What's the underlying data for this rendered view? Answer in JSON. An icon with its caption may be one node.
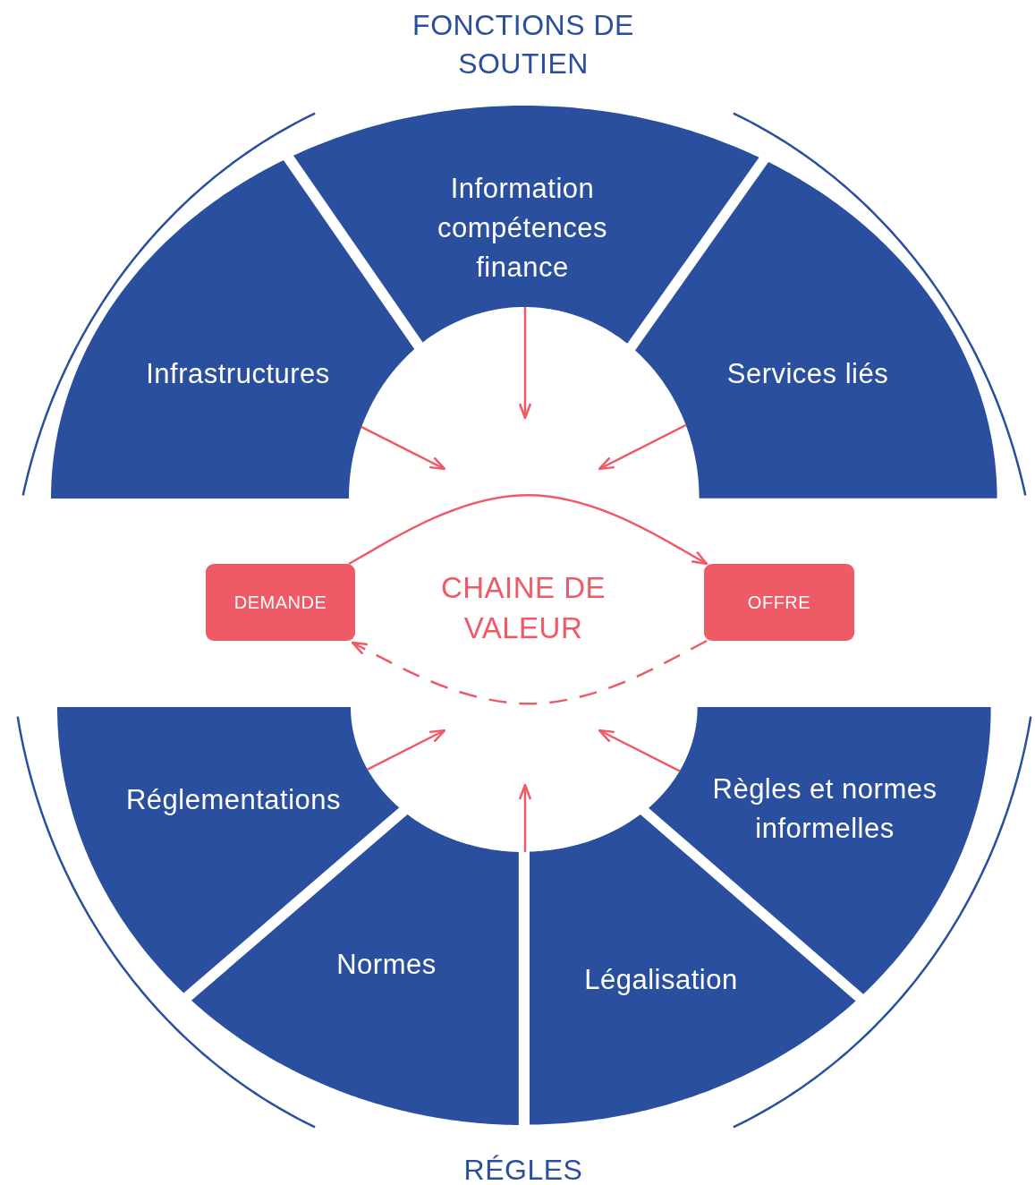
{
  "diagram": {
    "nodes": [
      {
        "text": [
          "Information compétences finance"
        ]
      },
      {
        "text": [
          "Infrastructures"
        ]
      },
      {
        "text": [
          "Services liés"
        ]
      },
      {
        "text": [
          "Réglementations"
        ]
      },
      {
        "text": [
          "Normes"
        ]
      },
      {
        "text": [
          "Légalisation"
        ]
      },
      {
        "text": [
          "Règles et normes informelles"
        ]
      },
      {
        "text": [
          "DEMANDE"
        ]
      },
      {
        "text": [
          "OFFRE"
        ]
      }
    ],
    "edges": [
      {
        "from": 0,
        "to": null,
        "arrow": "to"
      },
      {
        "from": 1,
        "to": null,
        "arrow": "to"
      },
      {
        "from": 2,
        "to": null,
        "arrow": "to"
      },
      {
        "from": 3,
        "to": null,
        "arrow": "to"
      },
      {
        "from": 4,
        "to": null,
        "arrow": "to"
      },
      {
        "from": 5,
        "to": null,
        "arrow": "to"
      },
      {
        "from": 6,
        "to": null,
        "arrow": "to"
      },
      {
        "from": 7,
        "to": 8,
        "arrow": "to"
      },
      {
        "from": 8,
        "to": 7,
        "arrow": "to",
        "style": "dashed"
      }
    ],
    "labels": [
      "FONCTIONS DE SOUTIEN",
      "CHAINE DE VALEUR",
      "RÉGLES"
    ]
  }
}
